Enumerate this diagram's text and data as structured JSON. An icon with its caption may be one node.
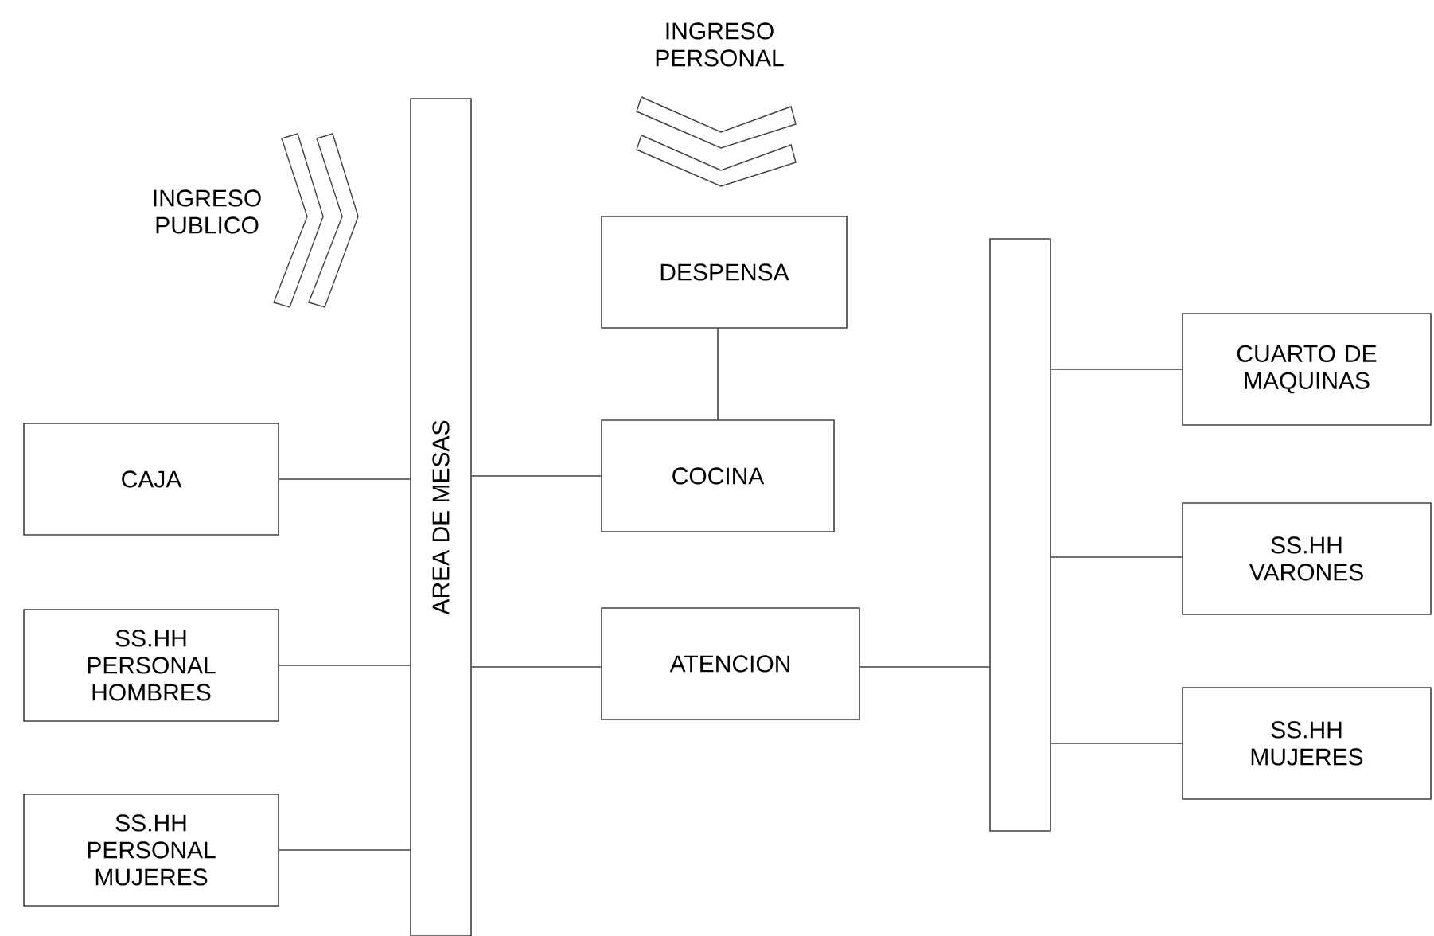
{
  "diagram": {
    "nodes": [
      {
        "text": [
          "AREA DE MESAS"
        ]
      },
      {
        "text": [
          "DESPENSA"
        ]
      },
      {
        "text": [
          "CAJA"
        ]
      },
      {
        "text": [
          "COCINA"
        ]
      },
      {
        "text": [
          "SS.HH PERSONAL HOMBRES"
        ]
      },
      {
        "text": [
          "ATENCION"
        ]
      },
      {
        "text": [
          "SS.HH PERSONAL MUJERES"
        ]
      },
      {
        "text": [],
        "shape": "bar"
      },
      {
        "text": [
          "CUARTO DE MAQUINAS"
        ]
      },
      {
        "text": [
          "SS.HH VARONES"
        ]
      },
      {
        "text": [
          "SS.HH MUJERES"
        ]
      }
    ],
    "edges": [
      {
        "from": 2,
        "to": 0,
        "arrow": "none"
      },
      {
        "from": 4,
        "to": 0,
        "arrow": "none"
      },
      {
        "from": 6,
        "to": 0,
        "arrow": "none"
      },
      {
        "from": 0,
        "to": 3,
        "arrow": "none"
      },
      {
        "from": 1,
        "to": 3,
        "arrow": "none"
      },
      {
        "from": 0,
        "to": 5,
        "arrow": "none"
      },
      {
        "from": 5,
        "to": 7,
        "arrow": "none"
      },
      {
        "from": 7,
        "to": 8,
        "arrow": "none"
      },
      {
        "from": 7,
        "to": 9,
        "arrow": "none"
      },
      {
        "from": 7,
        "to": 10,
        "arrow": "none"
      }
    ],
    "labels": [
      "INGRESO PUBLICO",
      "INGRESO PERSONAL"
    ]
  }
}
